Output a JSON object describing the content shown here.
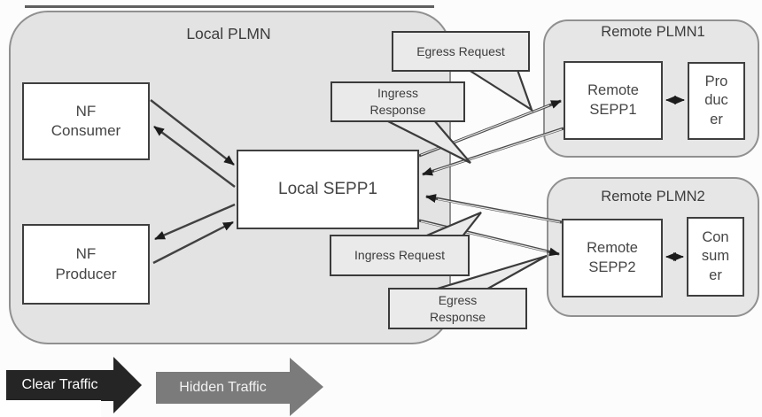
{
  "local_plmn": {
    "title": "Local PLMN",
    "nf_consumer": "NF\nConsumer",
    "nf_producer": "NF\nProducer",
    "local_sepp": "Local SEPP1"
  },
  "remote_plmn1": {
    "title": "Remote PLMN1",
    "remote_sepp": "Remote\nSEPP1",
    "producer": "Pro\nduc\ner"
  },
  "remote_plmn2": {
    "title": "Remote PLMN2",
    "remote_sepp": "Remote\nSEPP2",
    "consumer": "Con\nsum\ner"
  },
  "callouts": {
    "egress_request": "Egress Request",
    "ingress_response": "Ingress\nResponse",
    "ingress_request": "Ingress Request",
    "egress_response": "Egress\nResponse"
  },
  "legend": {
    "clear_traffic": "Clear Traffic",
    "hidden_traffic": "Hidden Traffic"
  },
  "colors": {
    "region_fill": "#e3e3e3",
    "region_border": "#909090",
    "node_border": "#3f3f3f",
    "callout_fill": "#eaeaea",
    "arrow_color": "#414141",
    "arrowhead_fill": "#1c1c1c",
    "clear_traffic_fill": "#252525",
    "hidden_traffic_fill": "#7b7b7b",
    "legend_text": "#ffffff"
  }
}
